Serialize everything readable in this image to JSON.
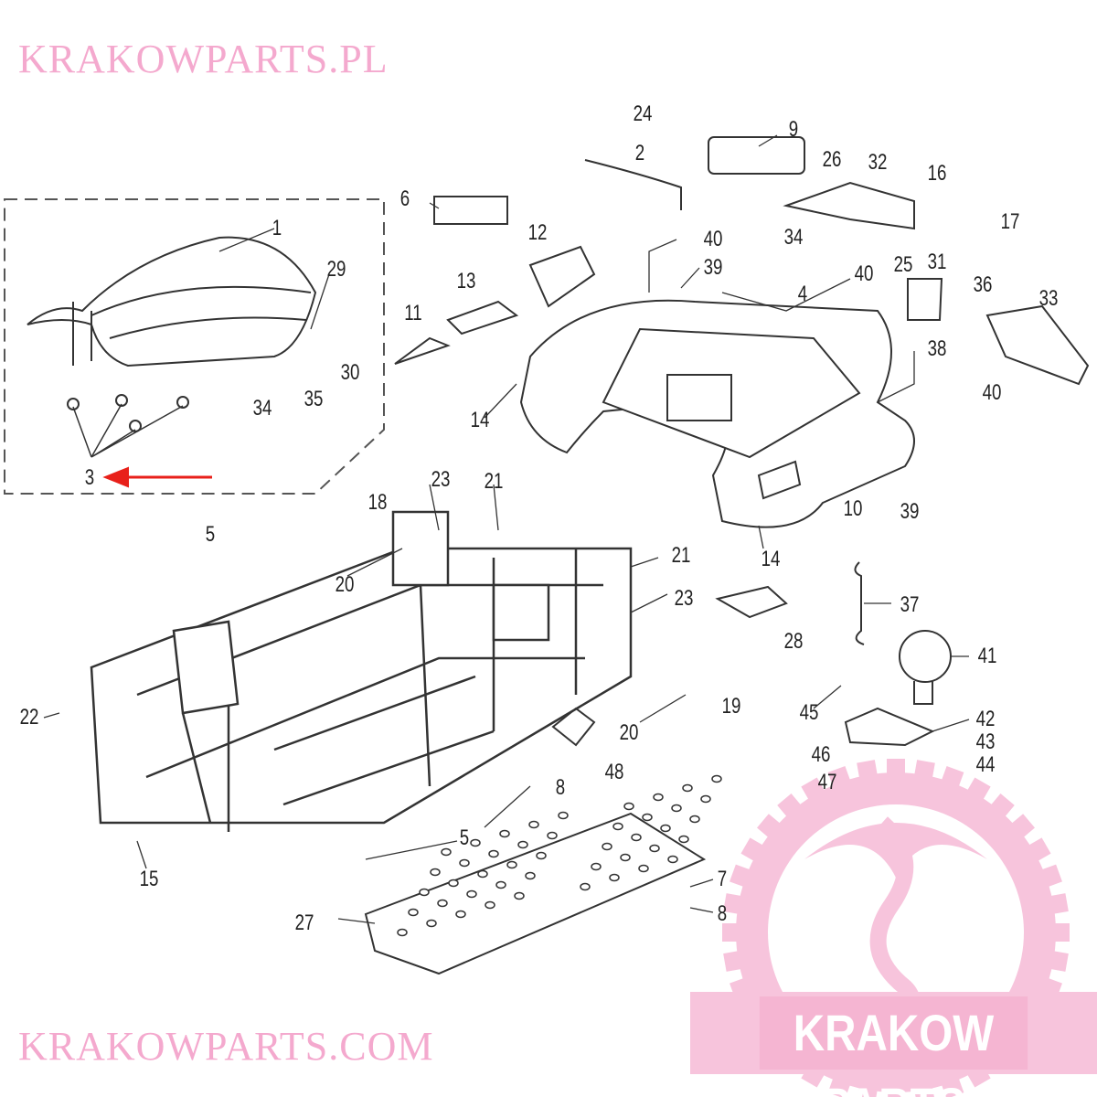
{
  "diagram": {
    "part_labels": [
      "24",
      "2",
      "9",
      "26",
      "32",
      "16",
      "6",
      "1",
      "12",
      "40",
      "39",
      "34",
      "40",
      "25",
      "31",
      "17",
      "29",
      "13",
      "4",
      "36",
      "33",
      "11",
      "30",
      "35",
      "34",
      "38",
      "40",
      "14",
      "3",
      "23",
      "21",
      "18",
      "10",
      "39",
      "5",
      "14",
      "21",
      "20",
      "23",
      "37",
      "28",
      "41",
      "19",
      "20",
      "45",
      "42",
      "43",
      "46",
      "44",
      "47",
      "22",
      "48",
      "8",
      "5",
      "15",
      "7",
      "8",
      "27"
    ],
    "highlighted_part": "3",
    "arrow_color": "#e8201a",
    "line_color": "#333333"
  },
  "watermarks": {
    "primary": "KRAKOWPARTS.PL",
    "secondary": "KRAKOWPARTS.COM",
    "logo_text": "KRAKOW PARTS",
    "color": "#f5b5d2"
  }
}
